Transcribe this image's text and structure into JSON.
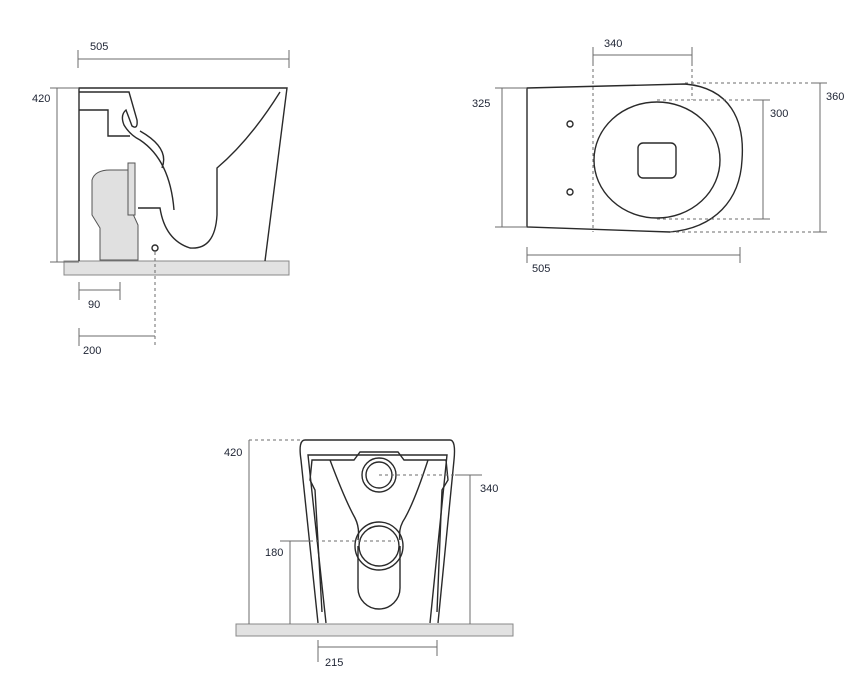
{
  "side_view": {
    "width": "505",
    "height": "420",
    "offset_small": "90",
    "offset_drain": "200"
  },
  "top_view": {
    "seat_offset": "340",
    "depth": "325",
    "seat_depth": "300",
    "overall_depth": "360",
    "length": "505"
  },
  "front_view": {
    "height": "420",
    "upper_inlet_height": "340",
    "lower_outlet_height": "180",
    "base_width": "215"
  },
  "colors": {
    "label": "#1d2333",
    "floor": "#e2e2e2",
    "lines": "#2a2a2a"
  }
}
